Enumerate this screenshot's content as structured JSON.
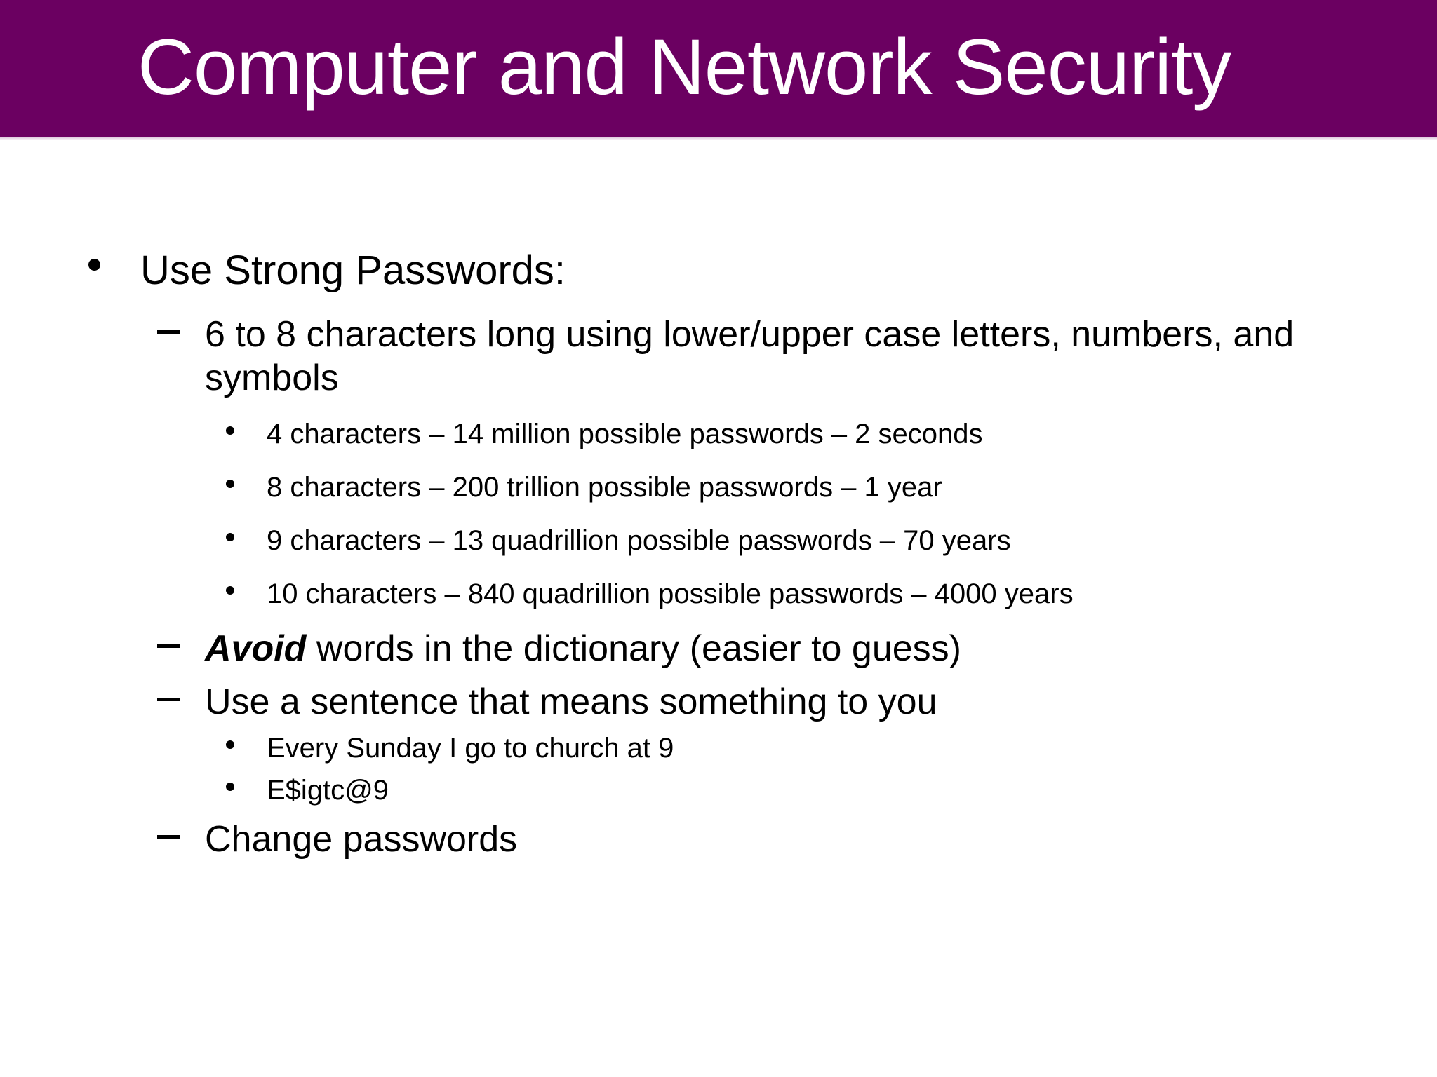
{
  "slide": {
    "title": "Computer and Network Security",
    "title_band_color": "#6B0061",
    "title_text_color": "#FFFFFF",
    "background_color": "#FFFFFF",
    "body_text_color": "#000000"
  },
  "markers": {
    "level1": "bullet-dot",
    "level2": "en-dash",
    "level3": "bullet-dot-small"
  },
  "content": {
    "heading": "Use Strong Passwords:",
    "points": [
      {
        "level": 2,
        "text": "6 to 8 characters long using lower/upper case letters, numbers, and symbols"
      },
      {
        "level": 3,
        "text": "4 characters – 14 million possible passwords – 2 seconds"
      },
      {
        "level": 3,
        "text": "8 characters – 200 trillion possible passwords – 1 year"
      },
      {
        "level": 3,
        "text": "9 characters – 13 quadrillion possible passwords – 70 years"
      },
      {
        "level": 3,
        "text": "10 characters – 840 quadrillion possible passwords – 4000 years"
      },
      {
        "level": 2,
        "emphasis": "Avoid",
        "rest": " words in the dictionary (easier to guess)"
      },
      {
        "level": 2,
        "text": "Use a sentence that means something to you"
      },
      {
        "level": 3,
        "text": "Every Sunday I go to church at 9"
      },
      {
        "level": 3,
        "text": "E$igtc@9"
      },
      {
        "level": 2,
        "text": "Change passwords"
      }
    ]
  }
}
